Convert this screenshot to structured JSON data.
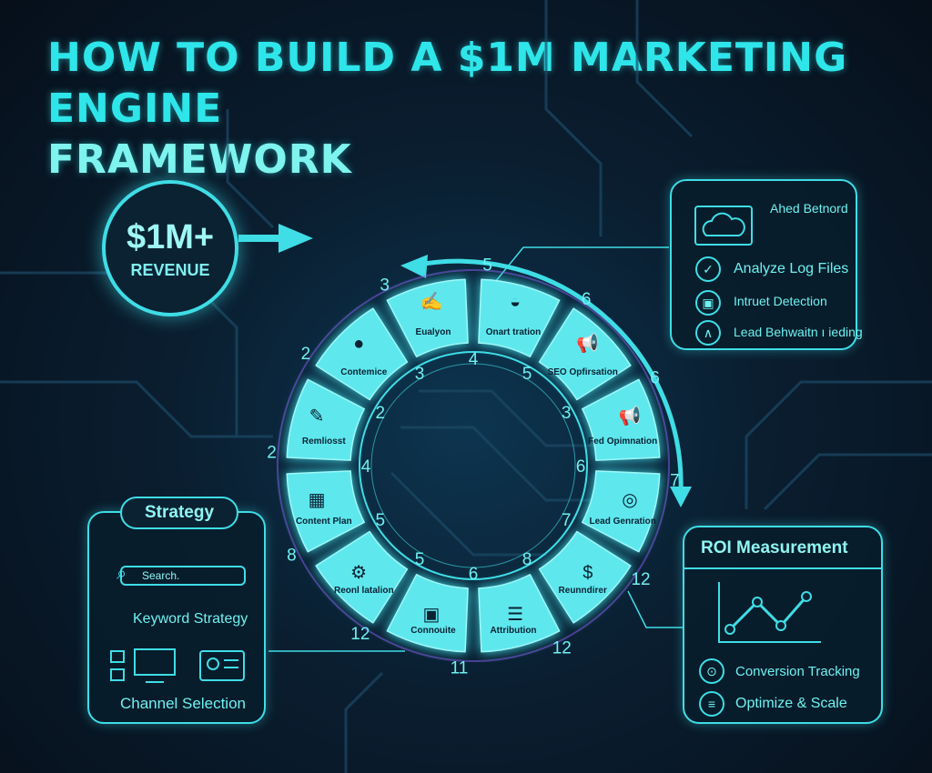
{
  "title": {
    "line1": "HOW TO BUILD A $1M MARKETING ENGINE",
    "line2": "FRAMEWORK"
  },
  "revenue": {
    "amount": "$1M+",
    "label": "REVENUE"
  },
  "top_panel": {
    "heading": "Ahed Betnord",
    "items": [
      {
        "icon": "check-icon",
        "label": "Analyze Log Files"
      },
      {
        "icon": "document-icon",
        "label": "Intruet Detection"
      },
      {
        "icon": "chart-icon",
        "label": "Lead Behwaitn ı ieding"
      }
    ]
  },
  "strategy_panel": {
    "heading": "Strategy",
    "search_placeholder": "Search.",
    "keyword": "Keyword Strategy",
    "channel": "Channel Selection"
  },
  "roi_panel": {
    "heading": "ROI Measurement",
    "items": [
      {
        "icon": "lock-icon",
        "label": "Conversion Tracking"
      },
      {
        "icon": "database-icon",
        "label": "Optimize & Scale"
      }
    ]
  },
  "ring": {
    "segments": [
      "Onart tration",
      "SEO Opfirsation",
      "Fed Opimnation",
      "Lead Genration",
      "Reunndirer",
      "Attribution",
      "Connouite",
      "Reonl latalion",
      "Content Plan",
      "Remliosst",
      "Contemice",
      "Eualyon"
    ],
    "icons": [
      "gauge-icon",
      "megaphone-icon",
      "megaphone-icon",
      "target-icon",
      "dollar-cycle-icon",
      "database-icon",
      "monitor-gear-icon",
      "gear-icon",
      "calendar-icon",
      "pencil-icon",
      "badge-icon",
      "chart-edit-icon"
    ],
    "inner_numbers": [
      "4",
      "5",
      "3",
      "6",
      "7",
      "8",
      "6",
      "5",
      "5",
      "4",
      "2",
      "3"
    ],
    "outer_numbers": [
      "5",
      "6",
      "6",
      "7",
      "12",
      "12",
      "11",
      "12",
      "8",
      "2",
      "2",
      "3"
    ]
  },
  "colors": {
    "accent": "#3fdde6",
    "segment": "#5ee8ee",
    "background": "#0a1e30"
  }
}
